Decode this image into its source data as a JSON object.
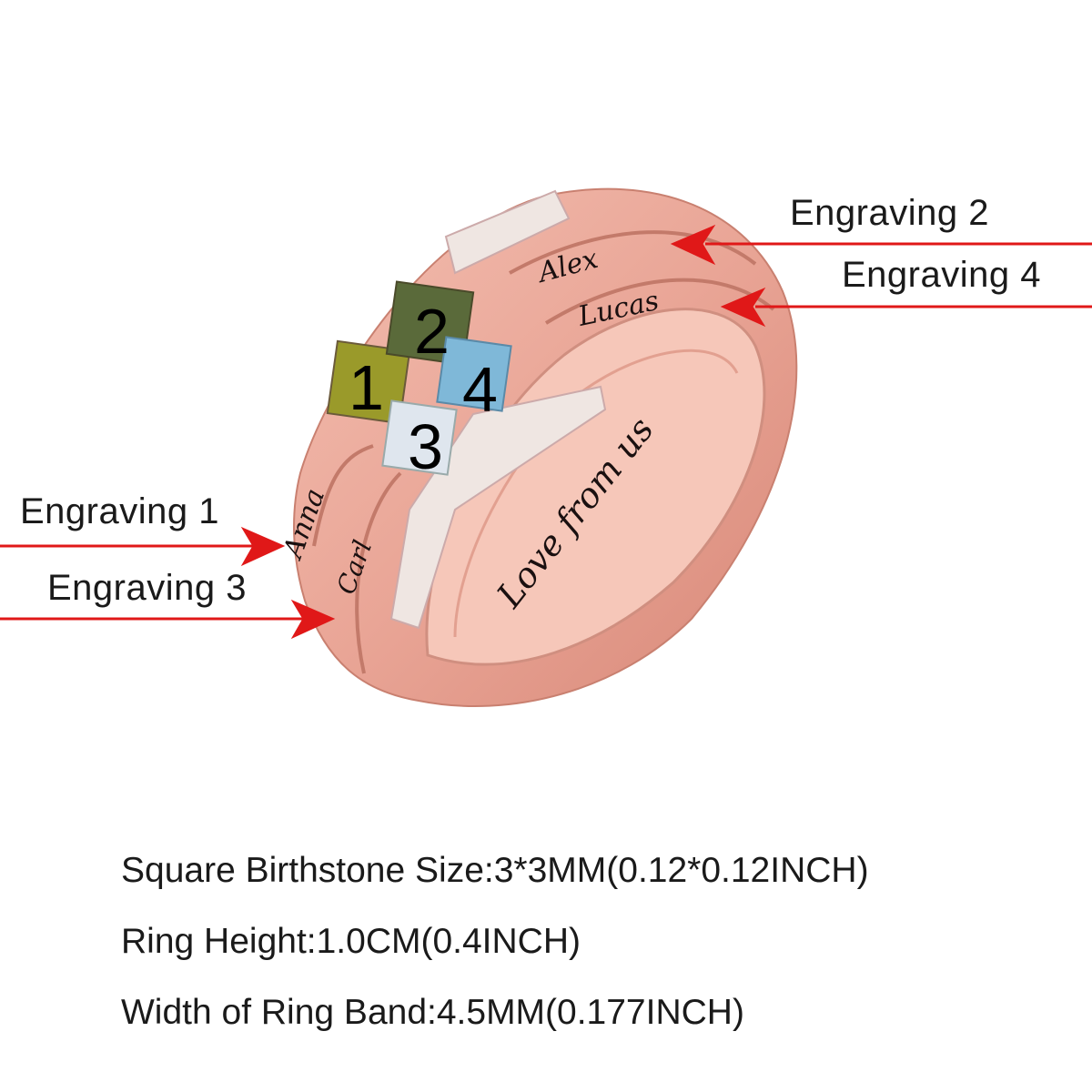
{
  "callouts": {
    "engraving_1": "Engraving 1",
    "engraving_2": "Engraving 2",
    "engraving_3": "Engraving 3",
    "engraving_4": "Engraving 4"
  },
  "ring": {
    "engravings": [
      "Anna",
      "Alex",
      "Carl",
      "Lucas"
    ],
    "inner_engraving": "Love from us",
    "stone_numbers": [
      "1",
      "2",
      "3",
      "4"
    ],
    "metal_color": "#e9a596",
    "stone_colors": [
      "#9a9a2a",
      "#5a6a3a",
      "#dfe6ee",
      "#7fb8d8"
    ]
  },
  "arrow_color": "#e01818",
  "specs": {
    "stone_size": "Square Birthstone Size:3*3MM(0.12*0.12INCH)",
    "ring_height": "Ring Height:1.0CM(0.4INCH)",
    "band_width": "Width of Ring Band:4.5MM(0.177INCH)"
  }
}
